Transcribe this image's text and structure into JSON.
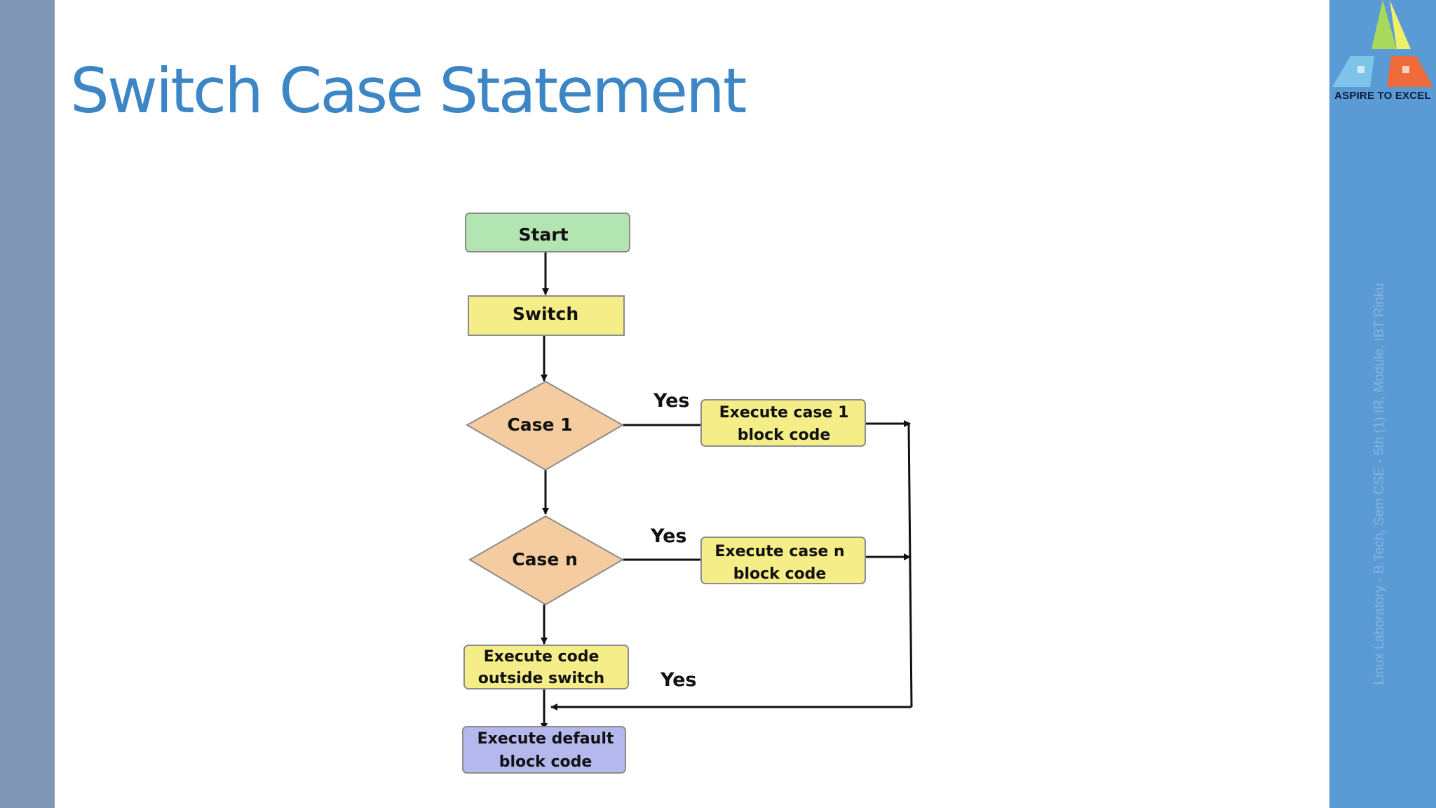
{
  "slide": {
    "title": "Switch Case Statement",
    "logo_text": "ASPIRE TO EXCEL",
    "side_text": "Linux Laboratory - B.Tech, Sem CSE - 5th (1) IR, Module, IBT Rinku"
  },
  "flowchart": {
    "start": "Start",
    "switch": "Switch",
    "case1": "Case 1",
    "case_n": "Case n",
    "exec_case1": [
      "Execute case 1",
      "block code"
    ],
    "exec_case_n": [
      "Execute case n",
      "block code"
    ],
    "exec_outside": [
      "Execute code",
      "outside switch"
    ],
    "exec_default": [
      "Execute default",
      "block code"
    ],
    "yes_label": "Yes"
  },
  "colors": {
    "title": "#3d86c6",
    "start_fill": "#b3e5b3",
    "yellow_fill": "#f5ee88",
    "diamond_fill": "#f5cba0",
    "default_fill": "#b4b8ec",
    "right_bar": "#5b9bd5",
    "left_bar": "#7f96b4"
  }
}
